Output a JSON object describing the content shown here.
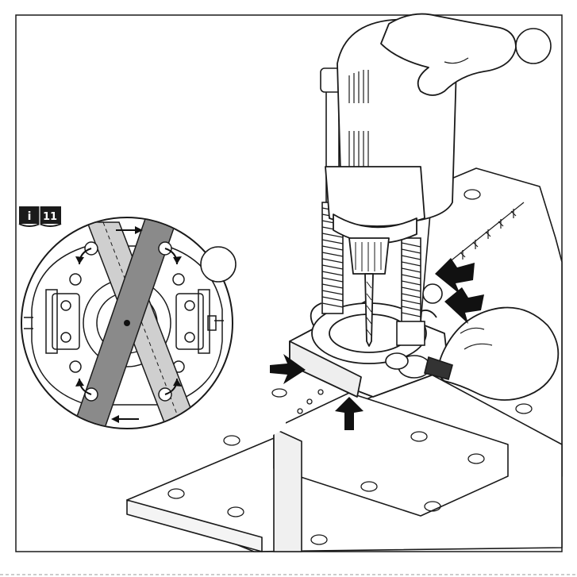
{
  "page": {
    "figure_type": "tool-assembly-illustration",
    "subject": "drill-stand-on-workbench"
  },
  "info_reference": {
    "icon": "info-book-icon",
    "page_number": "11"
  },
  "colors": {
    "line": "#1a1a1a",
    "bar_light": "#cfcfcf",
    "bar_dark": "#8a8a8a",
    "arrow": "#111111",
    "background": "#ffffff"
  },
  "icons": [
    "info-book-icon",
    "callout-circle-top",
    "callout-circle-inset",
    "direction-arrow",
    "pointer-arrow"
  ]
}
